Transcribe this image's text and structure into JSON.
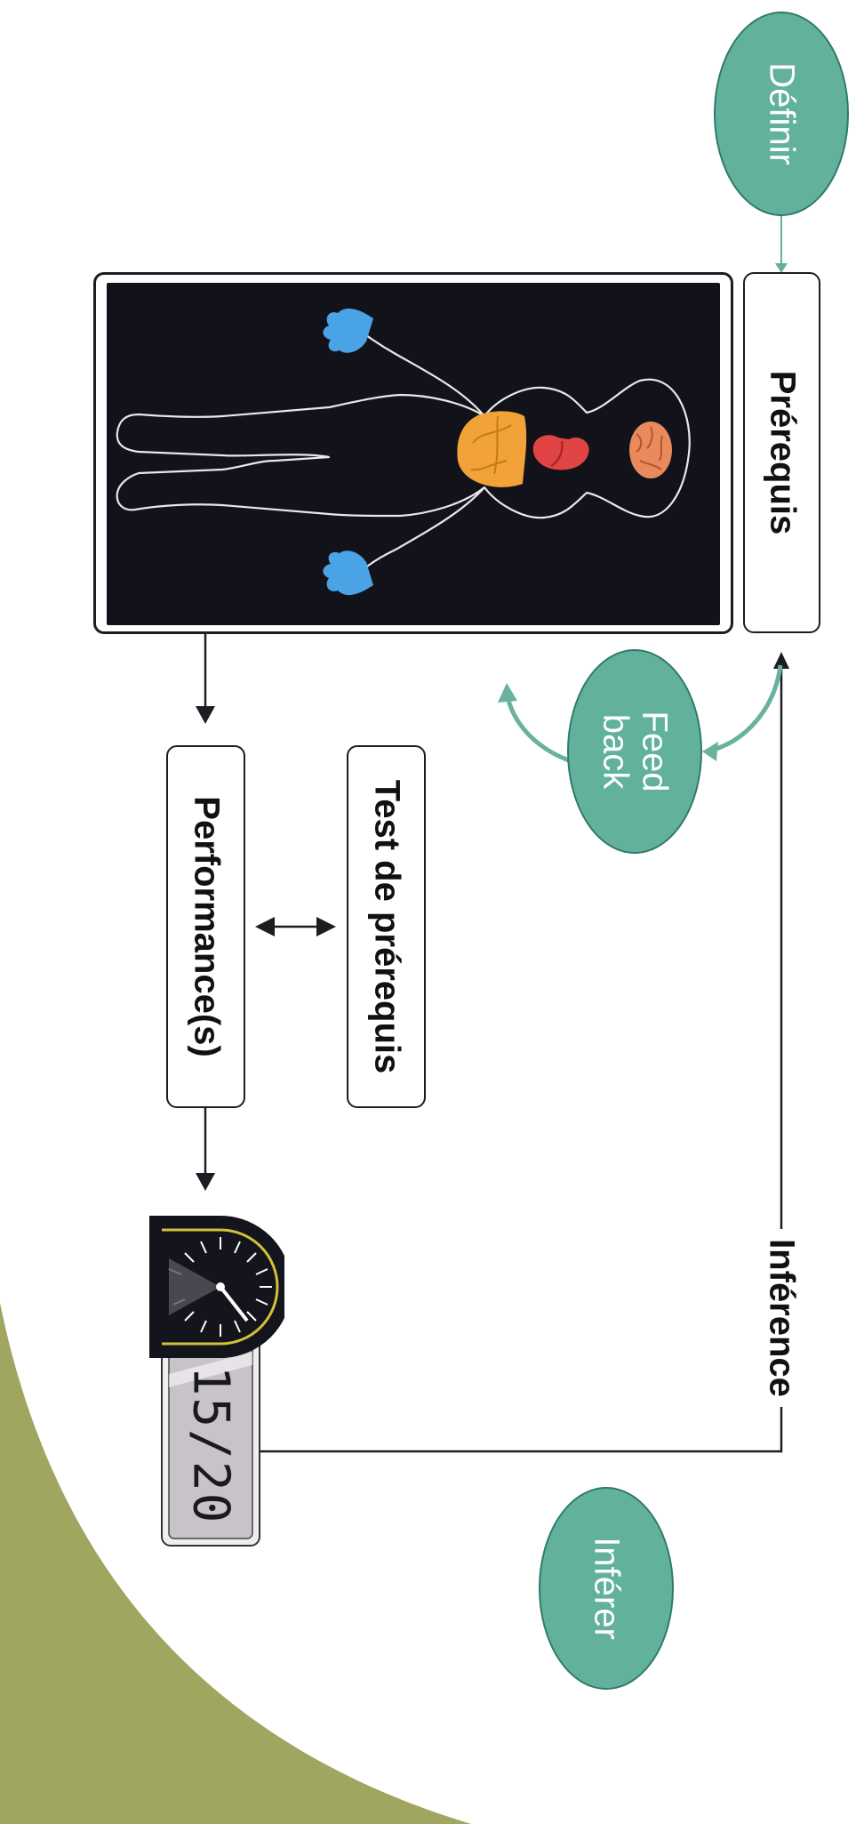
{
  "colors": {
    "ellipse_fill": "#62b19d",
    "ellipse_stroke": "#2f7a68",
    "connector": "#1c1c22",
    "feedback_arrow": "#6ab29f",
    "corner_shape": "#a0a55f",
    "body_panel": "#12121a",
    "display_screen": "#c7c3c9",
    "gauge_face": "#14141c",
    "gauge_ring": "#d2c13a"
  },
  "nodes": {
    "definir": "Définir",
    "prerequis": "Prérequis",
    "feedback_line1": "Feed",
    "feedback_line2": "back",
    "test": "Test de prérequis",
    "performance": "Performance(s)",
    "inference": "Inférence",
    "inferer": "Inférer"
  },
  "display": {
    "score": "15/20"
  },
  "icons": {
    "body": "human-body-organs-icon",
    "gauge": "speedometer-gauge-icon"
  }
}
